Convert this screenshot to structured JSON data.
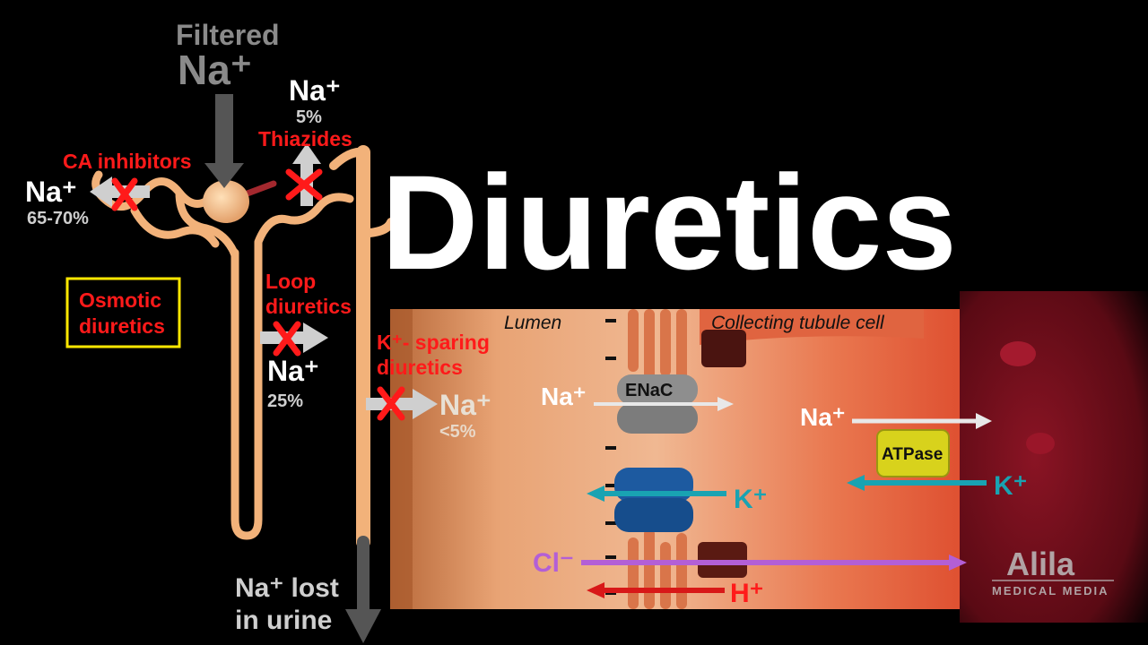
{
  "title": "Diuretics",
  "filtered": {
    "line1": "Filtered",
    "line2": "Na⁺"
  },
  "ca_inhibitors": {
    "label": "CA inhibitors",
    "ion": "Na⁺",
    "percent": "65-70%"
  },
  "thiazides": {
    "label": "Thiazides",
    "ion": "Na⁺",
    "percent": "5%"
  },
  "loop": {
    "label_line1": "Loop",
    "label_line2": "diuretics",
    "ion": "Na⁺",
    "percent": "25%"
  },
  "osmotic": {
    "line1": "Osmotic",
    "line2": "diuretics"
  },
  "k_sparing": {
    "line1": "K⁺- sparing",
    "line2": "diuretics",
    "ion": "Na⁺",
    "percent": "<5%"
  },
  "urine": {
    "line1": "Na⁺ lost",
    "line2": "in urine"
  },
  "cell": {
    "lumen_label": "Lumen",
    "cell_label": "Collecting tubule cell",
    "enac_label": "ENaC",
    "atpase_label": "ATPase",
    "na_lumen": "Na⁺",
    "na_blood": "Na⁺",
    "k_channel": "K⁺",
    "k_blood": "K⁺",
    "cl": "Cl⁻",
    "h": "H⁺"
  },
  "logo": {
    "name": "Alila",
    "sub": "MEDICAL MEDIA"
  },
  "colors": {
    "red": "#ff1a1a",
    "teal": "#19a3b2",
    "purple": "#b35fd6",
    "atpase": "#d8d21c",
    "tubule": "#f2b27a"
  }
}
